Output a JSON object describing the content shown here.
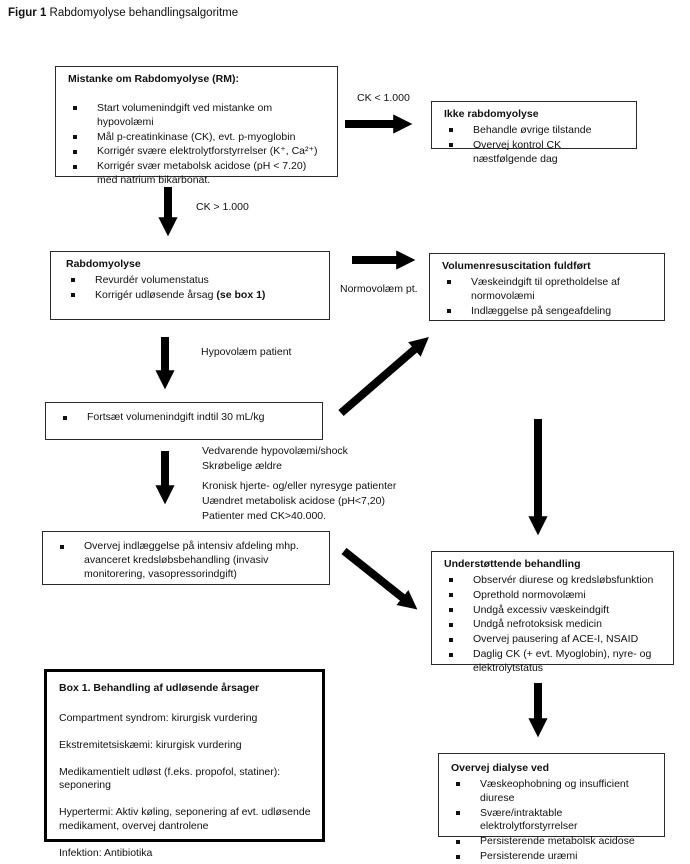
{
  "figure": {
    "title_prefix": "Figur 1",
    "title_text": " Rabdomyolyse behandlingsalgoritme"
  },
  "colors": {
    "ink": "#111111",
    "arrow": "#000000",
    "box_border": "#2b2b2b"
  },
  "boxes": {
    "mistanke": {
      "title": "Mistanke om Rabdomyolyse (RM):",
      "bullets": [
        "Start volumenindgift ved mistanke om hypovolæmi",
        "Mål p-creatinkinase (CK), evt. p-myoglobin",
        "Korrigér svære elektrolytforstyrrelser (K⁺, Ca²⁺)",
        "Korrigér svær metabolsk acidose (pH < 7.20) med natrium bikarbonat."
      ]
    },
    "ikke_rabdomyolyse": {
      "title": "Ikke rabdomyolyse",
      "bullets": [
        "Behandle øvrige tilstande",
        "Overvej kontrol CK næstfølgende dag"
      ]
    },
    "rabdomyolyse": {
      "title": "Rabdomyolyse",
      "bullet1": "Revurdér volumenstatus",
      "bullet2_text": "Korrigér udløsende årsag ",
      "bullet2_bold": "(se box 1)"
    },
    "volumenresuscitation": {
      "title": "Volumenresuscitation fuldført",
      "bullets": [
        "Væskeindgift til opretholdelse af normovolæmi",
        "Indlæggelse på sengeafdeling"
      ]
    },
    "fortsaet": {
      "bullets": [
        "Fortsæt volumenindgift indtil 30 mL/kg"
      ]
    },
    "intensiv": {
      "bullets": [
        "Overvej indlæggelse på intensiv afdeling mhp. avanceret kredsløbsbehandling (invasiv monitorering, vasopressorindgift)"
      ]
    },
    "understoettende": {
      "title": "Understøttende behandling",
      "bullets": [
        "Observér diurese og kredsløbsfunktion",
        "Oprethold normovolæmi",
        "Undgå excessiv væskeindgift",
        "Undgå nefrotoksisk medicin",
        "Overvej pausering af ACE-I, NSAID",
        "Daglig CK (+ evt. Myoglobin), nyre- og elektrolytstatus"
      ]
    },
    "box1": {
      "title": "Box 1. Behandling af udløsende årsager",
      "items": [
        "Compartment syndrom: kirurgisk vurdering",
        "Ekstremitetsiskæmi: kirurgisk vurdering",
        "Medikamentielt udløst (f.eks. propofol, statiner): seponering",
        "Hypertermi: Aktiv køling, seponering af evt. udløsende medikament, overvej dantrolene",
        "Infektion: Antibiotika"
      ]
    },
    "dialyse": {
      "title": "Overvej dialyse ved",
      "bullets": [
        "Væskeophobning og insufficient diurese",
        "Svære/intraktable elektrolytforstyrrelser",
        "Persisterende metabolsk acidose",
        "Persisterende uræmi"
      ]
    }
  },
  "labels": {
    "ck_under": "CK < 1.000",
    "ck_over": "CK > 1.000",
    "normovolaem": "Normovolæm pt.",
    "hypovolaem": "Hypovolæm patient",
    "criteria": [
      "Vedvarende hypovolæmi/shock",
      "Skrøbelige ældre",
      "Kronisk hjerte- og/eller nyresyge patienter",
      "Uændret metabolisk acidose (pH<7,20)",
      "Patienter med CK>40.000."
    ]
  }
}
